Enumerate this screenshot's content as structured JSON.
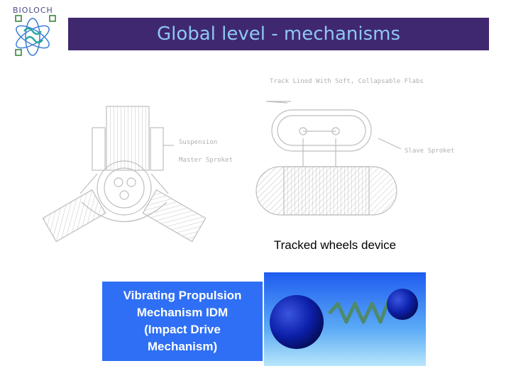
{
  "logo": {
    "text": "BIOLOCH"
  },
  "title": "Global level - mechanisms",
  "drawing": {
    "labels": {
      "track": "Track Lined With Soft, Collapsable Flabs",
      "suspension": "Suspension",
      "master": "Master Sproket",
      "slave": "Slave Sproket"
    }
  },
  "captions": {
    "tracked": "Tracked wheels device",
    "idm": "Vibrating Propulsion\nMechanism IDM\n(Impact Drive\nMechanism)"
  },
  "colors": {
    "title_bar": "#40286f",
    "title_text": "#8ec8f2",
    "idm_box": "#2f6ff5",
    "sphere": "#0a1ea8",
    "spring": "#4e8a6a"
  }
}
